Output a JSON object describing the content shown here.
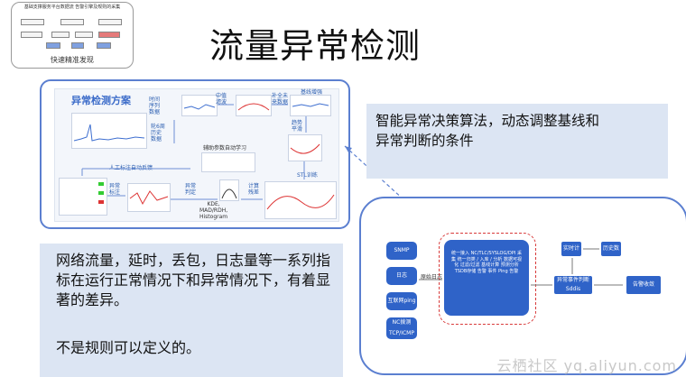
{
  "title": "流量异常检测",
  "thumbnail": {
    "top_text": "基础支撑服务平台数据流 告警引擎及规则的采集",
    "bottom_text": "快速精准发现"
  },
  "diagram": {
    "panel_title": "异常检测方案",
    "labels": {
      "l1": "时间\n序列\n数据",
      "l2": "中值\n滤波",
      "l3": "补全未\n来数据",
      "l4": "趋势\n平滑",
      "l5": "STL训练",
      "l6": "计算\n残差",
      "l7": "异常\n判定",
      "l8": "异常\n标注",
      "l9": "人工标注自动反馈",
      "l10": "轮6周\n历史\n数据",
      "l11": "辅助参数自动学习",
      "l12": "KDE,\nMAD/RDH,\nHistogram",
      "l13": "基线增强"
    }
  },
  "note": {
    "line1": "智能异常决策算法，动态调整基线和",
    "line2": "异常判断的条件"
  },
  "bottom_note": {
    "text": "网络流量，延时，丢包，日志量等一系列指标在运行正常情况下和异常情况下，有着显著的差异。",
    "text2": "不是规则可以定义的。"
  },
  "flow": {
    "sources": [
      "SNMP",
      "日志",
      "互联网ping测",
      "NC拨测 TCP/ICMP"
    ],
    "arrow_label": "原始日志",
    "center_text": "统一接入 NC/TLC/SYSLOG/DPI 采集 统一归类 / 入库 / 分析 数据可视化 过滤/过滤 基线计算 预测分析 TSDB存储 告警 事件 Ping 告警",
    "node_top1": "实时计算",
    "node_top2": "历史数据",
    "node_mid": "异常事件判断 Sddis",
    "node_right": "告警收敛"
  },
  "watermark": "云栖社区 yq.aliyun.com"
}
